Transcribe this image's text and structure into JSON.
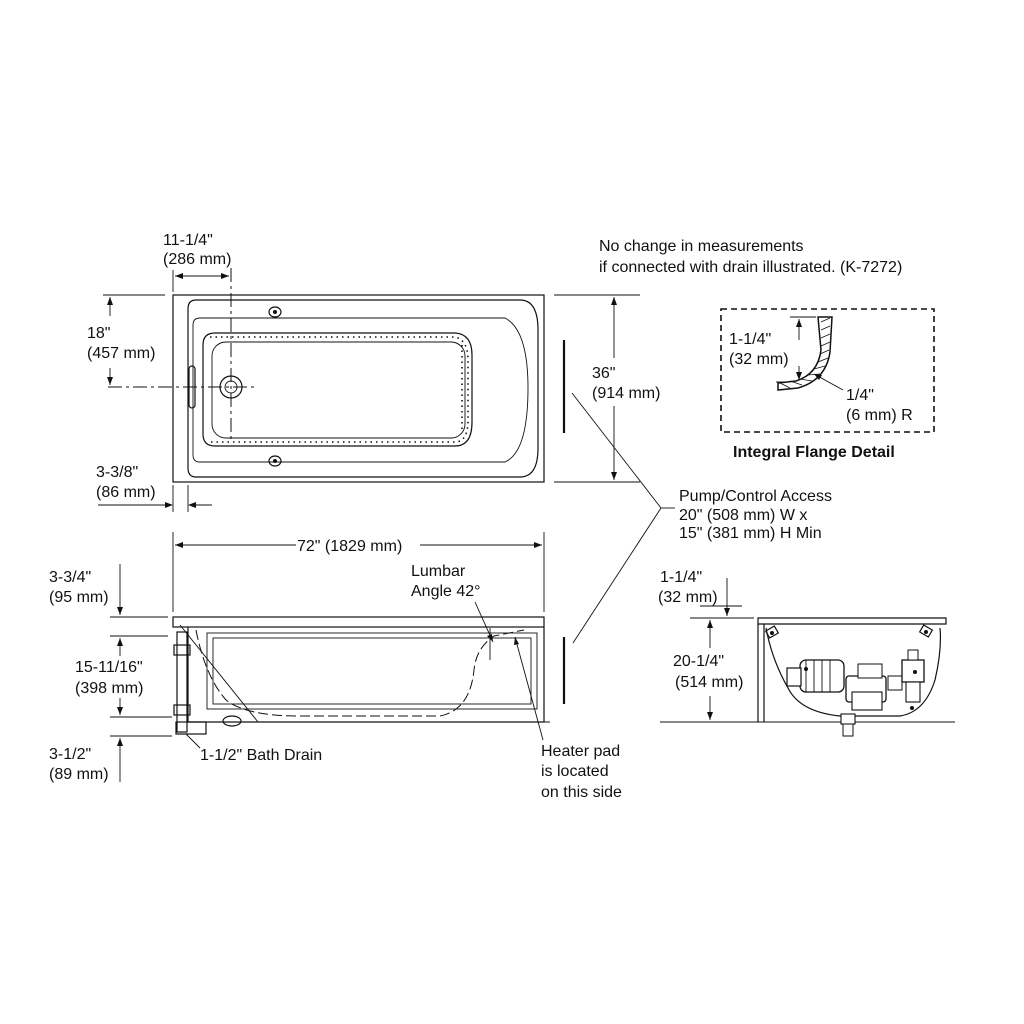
{
  "note": {
    "line1": "No change in measurements",
    "line2": "if connected with drain illustrated. (K-7272)"
  },
  "top_view": {
    "dim_drain_offset": {
      "imperial": "11-1/4\"",
      "metric": "(286 mm)"
    },
    "dim_drain_height": {
      "imperial": "18\"",
      "metric": "(457 mm)"
    },
    "dim_width": {
      "imperial": "36\"",
      "metric": "(914 mm)"
    },
    "dim_end_offset": {
      "imperial": "3-3/8\"",
      "metric": "(86 mm)"
    }
  },
  "flange_detail": {
    "dim_height": {
      "imperial": "1-1/4\"",
      "metric": "(32 mm)"
    },
    "dim_radius": {
      "imperial": "1/4\"",
      "metric": "(6 mm) R"
    },
    "title": "Integral Flange Detail"
  },
  "pump_access": {
    "line1": "Pump/Control Access",
    "line2": "20\" (508 mm) W x",
    "line3": "15\" (381 mm) H Min"
  },
  "side_view": {
    "dim_length": "72\" (1829 mm)",
    "dim_rim": {
      "imperial": "3-3/4\"",
      "metric": "(95 mm)"
    },
    "dim_body": {
      "imperial": "15-11/16\"",
      "metric": "(398 mm)"
    },
    "dim_drain": {
      "imperial": "3-1/2\"",
      "metric": "(89 mm)"
    },
    "lumbar": {
      "line1": "Lumbar",
      "line2": "Angle 42°"
    },
    "bath_drain": "1-1/2\" Bath Drain",
    "heater": {
      "line1": "Heater pad",
      "line2": "is located",
      "line3": "on this side"
    }
  },
  "end_view": {
    "dim_rim": {
      "imperial": "1-1/4\"",
      "metric": "(32 mm)"
    },
    "dim_height": {
      "imperial": "20-1/4\"",
      "metric": "(514 mm)"
    }
  }
}
